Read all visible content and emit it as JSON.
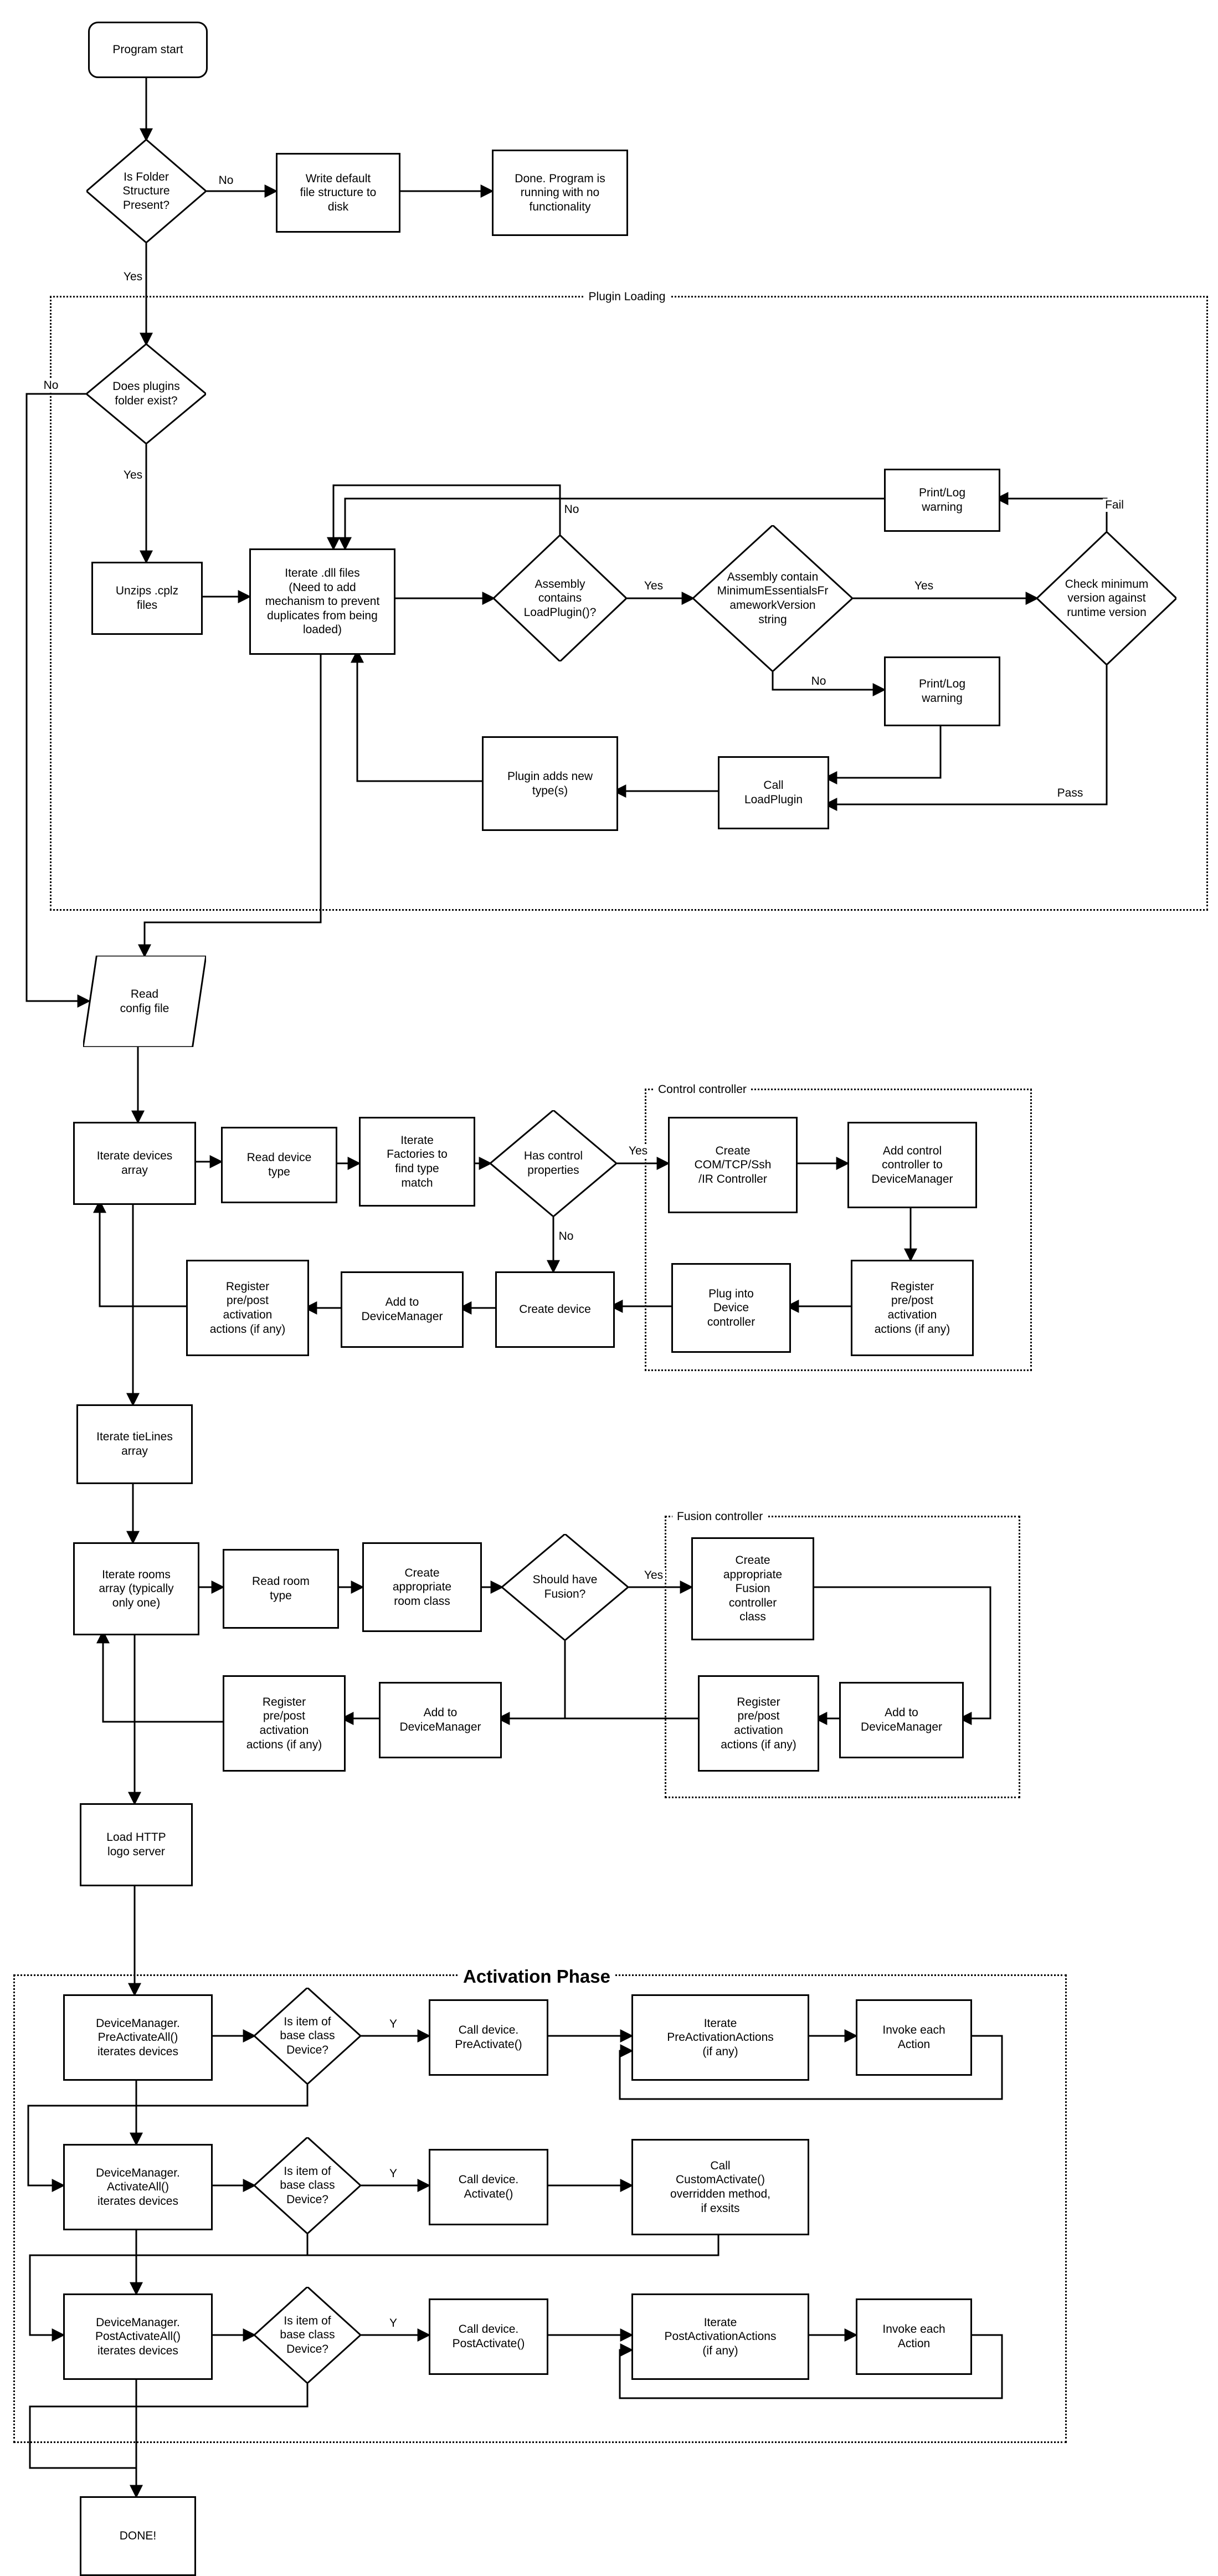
{
  "diagram": {
    "containers": {
      "plugin_loading": "Plugin Loading",
      "control_controller": "Control controller",
      "fusion_controller": "Fusion controller",
      "activation_phase": "Activation Phase"
    },
    "edge_labels": {
      "yes": "Yes",
      "no": "No",
      "y": "Y",
      "fail": "Fail",
      "pass": "Pass"
    },
    "nodes": {
      "program_start": "Program start",
      "folder_check": "Is Folder\nStructure\nPresent?",
      "write_default": "Write default\nfile structure to\ndisk",
      "done_nofunc": "Done.  Program is\nrunning with no\nfunctionality",
      "plugins_folder_check": "Does plugins\nfolder exist?",
      "unzips": "Unzips .cplz\nfiles",
      "iterate_dll": "Iterate .dll files\n(Need to add\nmechanism to prevent\nduplicates from being\nloaded)",
      "asm_loadplugin": "Assembly\ncontains\nLoadPlugin()?",
      "asm_minver": "Assembly contain\nMinimumEssentialsFr\nameworkVersion\nstring",
      "check_minver": "Check minimum\nversion against\nruntime version",
      "printlog_warning": "Print/Log\nwarning",
      "call_loadplugin": "Call\nLoadPlugin",
      "plugin_adds_types": "Plugin adds new\ntype(s)",
      "read_config": "Read\nconfig file",
      "iterate_devices": "Iterate devices\narray",
      "read_device_type": "Read device\ntype",
      "iterate_factories": "Iterate\nFactories to\nfind type\nmatch",
      "has_control": "Has control\nproperties",
      "create_com": "Create\nCOM/TCP/Ssh\n/IR Controller",
      "add_control_controller": "Add control\ncontroller to\nDeviceManager",
      "register_prepost": "Register\npre/post\nactivation\nactions (if any)",
      "plug_into_device": "Plug into\nDevice\ncontroller",
      "create_device": "Create device",
      "add_to_dm": "Add to\nDeviceManager",
      "iterate_tielines": "Iterate tieLines\narray",
      "iterate_rooms": "Iterate rooms\narray (typically\nonly one)",
      "read_room_type": "Read room\ntype",
      "create_room_class": "Create\nappropriate\nroom class",
      "should_fusion": "Should have\nFusion?",
      "create_fusion": "Create\nappropriate\nFusion\ncontroller\nclass",
      "load_http": "Load HTTP\nlogo server",
      "pre_activate_all": "DeviceManager.\nPreActivateAll()\niterates devices",
      "activate_all": "DeviceManager.\nActivateAll()\niterates devices",
      "post_activate_all": "DeviceManager.\nPostActivateAll()\niterates devices",
      "is_item_base": "Is item of\nbase class\nDevice?",
      "call_preactivate": "Call device.\nPreActivate()",
      "call_activate": "Call device.\nActivate()",
      "call_postactivate": "Call device.\nPostActivate()",
      "iterate_preactions": "Iterate\nPreActivationActions\n(if any)",
      "iterate_postactions": "Iterate\nPostActivationActions\n(if any)",
      "call_custom": "Call\nCustomActivate()\noverridden method,\nif exsits",
      "invoke_each": "Invoke each\nAction",
      "done": "DONE!"
    }
  }
}
